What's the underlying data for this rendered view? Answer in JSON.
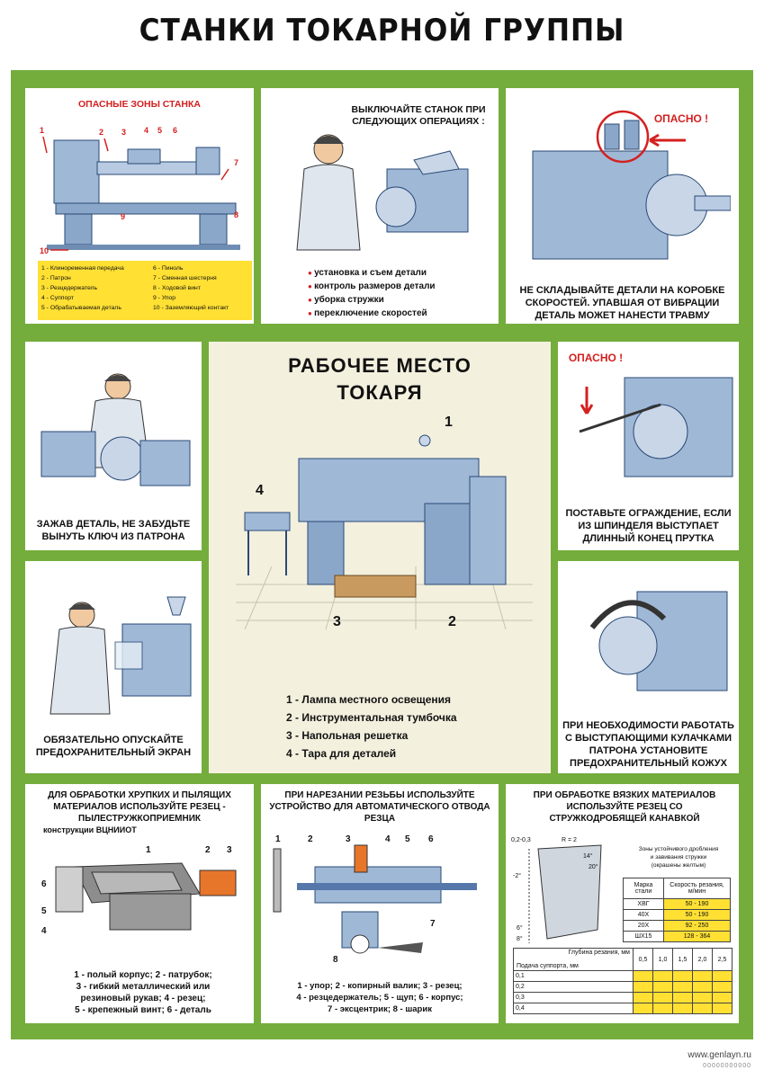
{
  "title": "СТАНКИ ТОКАРНОЙ ГРУППЫ",
  "footer": {
    "site": "www.genlayn.ru",
    "code": "00000000000"
  },
  "colors": {
    "frame_green": "#74ad3c",
    "accent_red": "#d42020",
    "highlight_yellow": "#ffe033",
    "machine_blue": "#9fb8d6"
  },
  "p1": {
    "heading": "ОПАСНЫЕ ЗОНЫ СТАНКА",
    "markers": [
      "1",
      "2",
      "3",
      "4",
      "5",
      "6",
      "7",
      "8",
      "9",
      "10"
    ],
    "legend_left": [
      "1 - Клиноременная передача",
      "2 - Патрон",
      "3 - Резцедержатель",
      "4 - Суппорт",
      "5 - Обрабатываемая деталь"
    ],
    "legend_right": [
      "6 - Пиноль",
      "7 - Сменная шестерня",
      "8 - Ходовой винт",
      "9 - Упор",
      "10 - Заземляющий контакт"
    ]
  },
  "p2": {
    "heading": "ВЫКЛЮЧАЙТЕ СТАНОК ПРИ СЛЕДУЮЩИХ ОПЕРАЦИЯХ :",
    "items": [
      "установка и съем детали",
      "контроль размеров детали",
      "уборка стружки",
      "переключение скоростей"
    ]
  },
  "p3": {
    "badge": "ОПАСНО !",
    "caption": "НЕ СКЛАДЫВАЙТЕ ДЕТАЛИ НА КОРОБКЕ СКОРОСТЕЙ. УПАВШАЯ ОТ ВИБРАЦИИ ДЕТАЛЬ МОЖЕТ НАНЕСТИ ТРАВМУ"
  },
  "p4": {
    "caption": "ЗАЖАВ ДЕТАЛЬ, НЕ ЗАБУДЬТЕ ВЫНУТЬ КЛЮЧ ИЗ ПАТРОНА"
  },
  "center": {
    "heading": "РАБОЧЕЕ МЕСТО ТОКАРЯ",
    "markers": [
      "1",
      "2",
      "3",
      "4"
    ],
    "items": [
      "1 - Лампа местного освещения",
      "2 - Инструментальная тумбочка",
      "3 - Напольная решетка",
      "4 - Тара для деталей"
    ]
  },
  "p5": {
    "badge": "ОПАСНО !",
    "caption": "ПОСТАВЬТЕ ОГРАЖДЕНИЕ, ЕСЛИ ИЗ ШПИНДЕЛЯ ВЫСТУПАЕТ ДЛИННЫЙ КОНЕЦ ПРУТКА"
  },
  "p6": {
    "caption": "ОБЯЗАТЕЛЬНО ОПУСКАЙТЕ ПРЕДОХРАНИТЕЛЬНЫЙ ЭКРАН"
  },
  "p7": {
    "caption": "ПРИ НЕОБХОДИМОСТИ РАБОТАТЬ С ВЫСТУПАЮЩИМИ КУЛАЧКАМИ ПАТРОНА УСТАНОВИТЕ ПРЕДОХРАНИТЕЛЬНЫЙ КОЖУХ"
  },
  "p8": {
    "heading": "ДЛЯ ОБРАБОТКИ ХРУПКИХ И ПЫЛЯЩИХ МАТЕРИАЛОВ ИСПОЛЬЗУЙТЕ РЕЗЕЦ - ПЫЛЕСТРУЖКОПРИЕМНИК",
    "subheading": "конструкции ВЦНИИОТ",
    "markers": [
      "1",
      "2",
      "3",
      "4",
      "5",
      "6"
    ],
    "legend": [
      "1 - полый корпус; 2 - патрубок;",
      "3 - гибкий металлический или",
      "резиновый рукав; 4 - резец;",
      "5 - крепежный винт; 6 - деталь"
    ]
  },
  "p9": {
    "heading": "ПРИ НАРЕЗАНИИ РЕЗЬБЫ ИСПОЛЬЗУЙТЕ УСТРОЙСТВО ДЛЯ АВТОМАТИЧЕСКОГО ОТВОДА РЕЗЦА",
    "markers": [
      "1",
      "2",
      "3",
      "4",
      "5",
      "6",
      "7",
      "8"
    ],
    "legend": [
      "1 - упор; 2 - копирный валик; 3 - резец;",
      "4 - резцедержатель; 5 - щуп; 6 - корпус;",
      "7 - эксцентрик; 8 - шарик"
    ]
  },
  "p10": {
    "heading": "ПРИ ОБРАБОТКЕ ВЯЗКИХ МАТЕРИАЛОВ ИСПОЛЬЗУЙТЕ РЕЗЕЦ СО СТРУЖКОДРОБЯЩЕЙ КАНАВКОЙ",
    "dims": [
      "0,2-0,3",
      "R = 2",
      "14°",
      "20°",
      "-2°",
      "6°",
      "8°"
    ],
    "zone_note": [
      "Зоны устойчивого дробления",
      "и завивания стружки",
      "(окрашены желтым)"
    ],
    "speed_table": {
      "headers": [
        "Марка стали",
        "Скорость резания, м/мин"
      ],
      "rows": [
        [
          "ХВГ",
          "50 - 190"
        ],
        [
          "40Х",
          "50 - 190"
        ],
        [
          "20Х",
          "92 - 250"
        ],
        [
          "ШХ15",
          "128 - 364"
        ]
      ]
    },
    "feed_table": {
      "depth_label": "Глубина резания, мм",
      "feed_label": "Подача суппорта, мм",
      "depths": [
        "0,5",
        "1,0",
        "1,5",
        "2,0",
        "2,5"
      ],
      "feeds": [
        "0,1",
        "0,2",
        "0,3",
        "0,4"
      ]
    }
  }
}
